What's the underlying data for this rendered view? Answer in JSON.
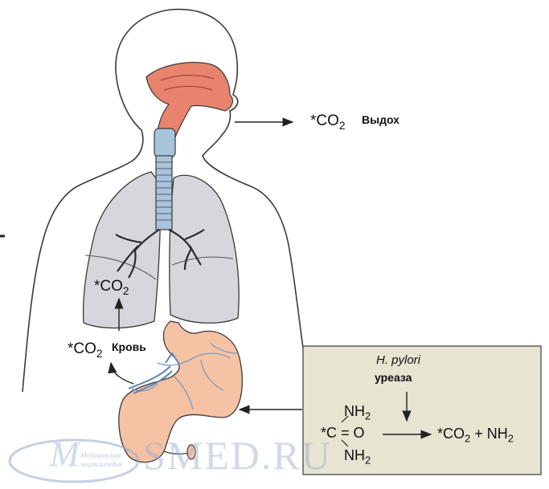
{
  "labels": {
    "exhale_co2": "*CO",
    "exhale_co2_sub": "2",
    "exhale_word": "Выдох",
    "lung_co2": "*CO",
    "lung_co2_sub": "2",
    "blood_co2": "*CO",
    "blood_co2_sub": "2",
    "blood_word": "Кровь"
  },
  "reaction_box": {
    "organism": "H. pylori",
    "enzyme": "уреаза",
    "nh2_top": "NH",
    "nh2_top_sub": "2",
    "carbon": "*C = O",
    "nh2_bottom": "NH",
    "nh2_bottom_sub": "2",
    "products_co2": "*CO",
    "products_co2_sub": "2",
    "products_plus": " + NH",
    "products_nh2_sub": "2"
  },
  "watermark": {
    "text": "SMED.RU",
    "logo_letter": "M",
    "logo_line1": "Медицинская",
    "logo_line2": "энциклопедия"
  },
  "colors": {
    "outline": "#3a3a3a",
    "nasal": "#e8836e",
    "trachea": "#a8c4dc",
    "lungs": "#d6d6dc",
    "stomach": "#f5c2a4",
    "box_fill": "#e7e4d2",
    "vessels": "#7a9cc0"
  }
}
